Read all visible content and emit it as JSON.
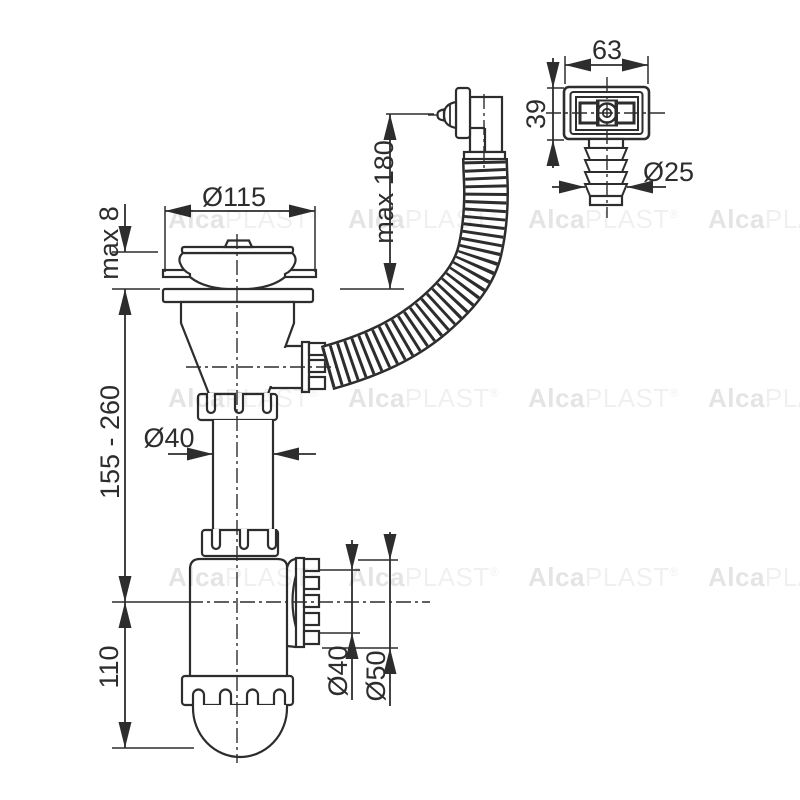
{
  "watermark": {
    "bold": "Alca",
    "light": "PLAST",
    "registered": "®"
  },
  "dimensions": {
    "strainer_flange_diameter": "Ø115",
    "max_sink_thickness": "max 8",
    "max_overflow_height": "max 180",
    "adjustable_height_range": "155 - 260",
    "tailpipe_diameter": "Ø40",
    "cup_height": "110",
    "outlet_inner_diameter": "Ø40",
    "outlet_nut_diameter": "Ø50",
    "overflow_front_width": "63",
    "overflow_front_height": "39",
    "overflow_hose_spigot_diameter": "Ø25"
  }
}
